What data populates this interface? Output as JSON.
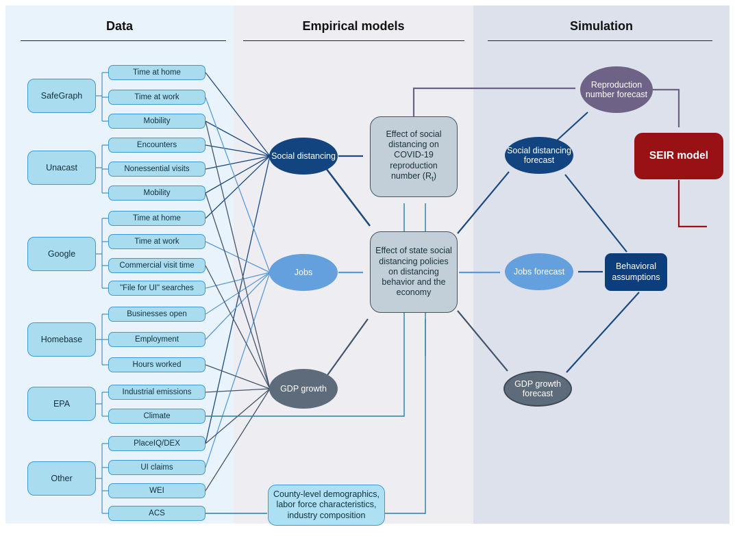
{
  "columns": {
    "data_title": "Data",
    "empirical_title": "Empirical models",
    "simulation_title": "Simulation"
  },
  "data_sources": [
    {
      "name": "SafeGraph",
      "items": [
        "Time at home",
        "Time at work",
        "Mobility"
      ]
    },
    {
      "name": "Unacast",
      "items": [
        "Encounters",
        "Nonessential visits",
        "Mobility"
      ]
    },
    {
      "name": "Google",
      "items": [
        "Time at home",
        "Time at work",
        "Commercial visit time",
        "\"File for UI\" searches"
      ]
    },
    {
      "name": "Homebase",
      "items": [
        "Businesses open",
        "Employment",
        "Hours worked"
      ]
    },
    {
      "name": "EPA",
      "items": [
        "Industrial emissions",
        "Climate"
      ]
    },
    {
      "name": "Other",
      "items": [
        "PlaceIQ/DEX",
        "UI claims",
        "WEI",
        "ACS"
      ]
    }
  ],
  "empirical": {
    "social_label": "Social distancing",
    "jobs_label": "Jobs",
    "gdp_label": "GDP growth",
    "rt_box_pre": "Effect of social distancing on COVID-19 reproduction number (R",
    "rt_box_sub": "t",
    "rt_box_post": ")",
    "state_box": "Effect of state social distancing policies on distancing behavior and the economy",
    "demographics_box": "County-level demographics, labor force characteristics, industry composition"
  },
  "simulation": {
    "reproduction_label": "Reproduction number forecast",
    "social_forecast_label": "Social distancing forecast",
    "jobs_forecast_label": "Jobs forecast",
    "gdp_forecast_label": "GDP growth forecast",
    "seir_label": "SEIR model",
    "behavioral_label": "Behavioral assumptions"
  },
  "edges": [
    {
      "from": "SafeGraph Time at home",
      "to": "Social distancing"
    },
    {
      "from": "SafeGraph Mobility",
      "to": "Social distancing"
    },
    {
      "from": "Unacast Encounters",
      "to": "Social distancing"
    },
    {
      "from": "Unacast Nonessential visits",
      "to": "Social distancing"
    },
    {
      "from": "Unacast Mobility",
      "to": "Social distancing"
    },
    {
      "from": "Google Time at home",
      "to": "Social distancing"
    },
    {
      "from": "PlaceIQ/DEX",
      "to": "Social distancing"
    },
    {
      "from": "SafeGraph Time at work",
      "to": "Jobs"
    },
    {
      "from": "Google Time at work",
      "to": "Jobs"
    },
    {
      "from": "Google \"File for UI\" searches",
      "to": "Jobs"
    },
    {
      "from": "Homebase Businesses open",
      "to": "Jobs"
    },
    {
      "from": "Homebase Employment",
      "to": "Jobs"
    },
    {
      "from": "UI claims",
      "to": "Jobs"
    },
    {
      "from": "SafeGraph Mobility",
      "to": "GDP growth"
    },
    {
      "from": "Unacast Mobility",
      "to": "GDP growth"
    },
    {
      "from": "Google Commercial visit time",
      "to": "GDP growth"
    },
    {
      "from": "Homebase Hours worked",
      "to": "GDP growth"
    },
    {
      "from": "EPA Industrial emissions",
      "to": "GDP growth"
    },
    {
      "from": "PlaceIQ/DEX",
      "to": "GDP growth"
    },
    {
      "from": "WEI",
      "to": "GDP growth"
    },
    {
      "from": "EPA Climate",
      "to": "Effect of social distancing on COVID-19 reproduction number"
    },
    {
      "from": "ACS",
      "to": "County-level demographics box"
    },
    {
      "from": "County-level demographics box",
      "to": "Effect of state social distancing policies box"
    },
    {
      "from": "County-level demographics box",
      "to": "Effect of social distancing on COVID-19 reproduction number"
    },
    {
      "from": "Social distancing",
      "to": "Effect of social distancing on COVID-19 reproduction number"
    },
    {
      "from": "Social distancing",
      "to": "Effect of state social distancing policies box"
    },
    {
      "from": "Jobs",
      "to": "Effect of state social distancing policies box"
    },
    {
      "from": "GDP growth",
      "to": "Effect of state social distancing policies box"
    },
    {
      "from": "Effect of social distancing box",
      "to": "Reproduction number forecast"
    },
    {
      "from": "Effect of state social distancing policies box",
      "to": "Social distancing forecast"
    },
    {
      "from": "Effect of state social distancing policies box",
      "to": "Jobs forecast"
    },
    {
      "from": "Effect of state social distancing policies box",
      "to": "GDP growth forecast"
    },
    {
      "from": "Social distancing forecast",
      "to": "Reproduction number forecast"
    },
    {
      "from": "Reproduction number forecast",
      "to": "SEIR model"
    },
    {
      "from": "Behavioral assumptions",
      "to": "Social distancing forecast"
    },
    {
      "from": "Behavioral assumptions",
      "to": "Jobs forecast"
    },
    {
      "from": "Behavioral assumptions",
      "to": "GDP growth forecast"
    },
    {
      "from": "SEIR model",
      "to": "output"
    }
  ],
  "colors": {
    "panel_data": "#e9f3fb",
    "panel_empirical": "#ededf2",
    "panel_simulation": "#dce1eb",
    "data_box_fill": "#aadcf0",
    "data_box_border": "#3d9bd1",
    "navy": "#12457f",
    "light_blue": "#64a0dd",
    "slate_gray": "#5d6b7b",
    "purple": "#6e6287",
    "model_box_fill": "#c3cfd8",
    "seir_red": "#971115",
    "behavioral_navy": "#0c3d7c",
    "edge_navy": "#1b4a7e",
    "edge_light_blue": "#5b9bd5",
    "edge_slate": "#44546a",
    "edge_teal": "#2b7c9d",
    "edge_purple": "#6b6288",
    "edge_red": "#9e1013"
  }
}
